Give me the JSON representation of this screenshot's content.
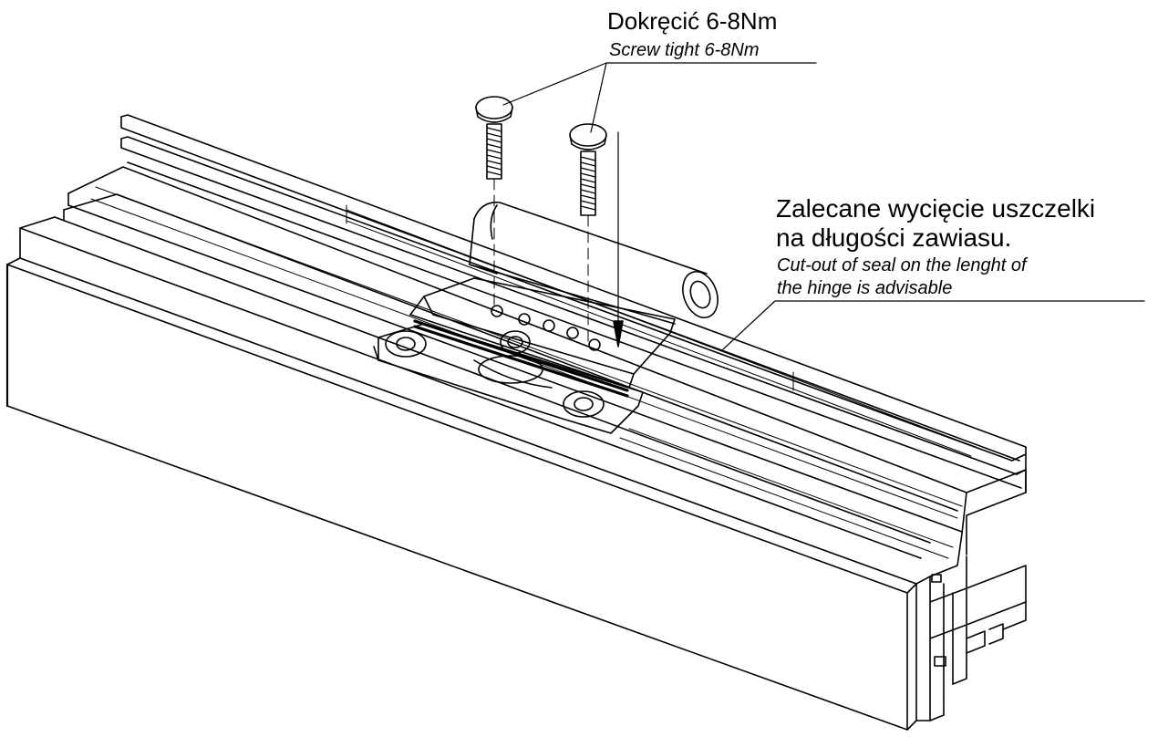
{
  "callouts": {
    "torque": {
      "primary": "Dokręcić 6-8Nm",
      "secondary": "Screw tight 6-8Nm"
    },
    "seal": {
      "primary_line1": "Zalecane wycięcie uszczelki",
      "primary_line2": "na długości zawiasu.",
      "secondary_line1": "Cut-out of seal on the lenght of",
      "secondary_line2": "the hinge is advisable"
    }
  },
  "colors": {
    "line": "#000000",
    "background": "#ffffff"
  }
}
